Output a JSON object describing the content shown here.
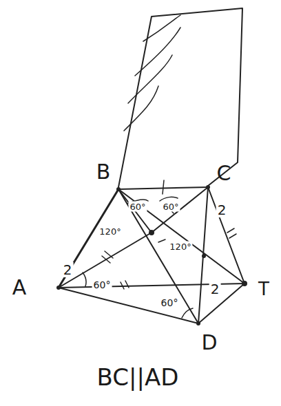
{
  "diagram": {
    "labels": [
      "B",
      "C",
      "A",
      "T",
      "D",
      "60°",
      "60°",
      "120°",
      "120°",
      "60°",
      "60°",
      "2",
      "2",
      "2",
      "BC||AD"
    ]
  }
}
